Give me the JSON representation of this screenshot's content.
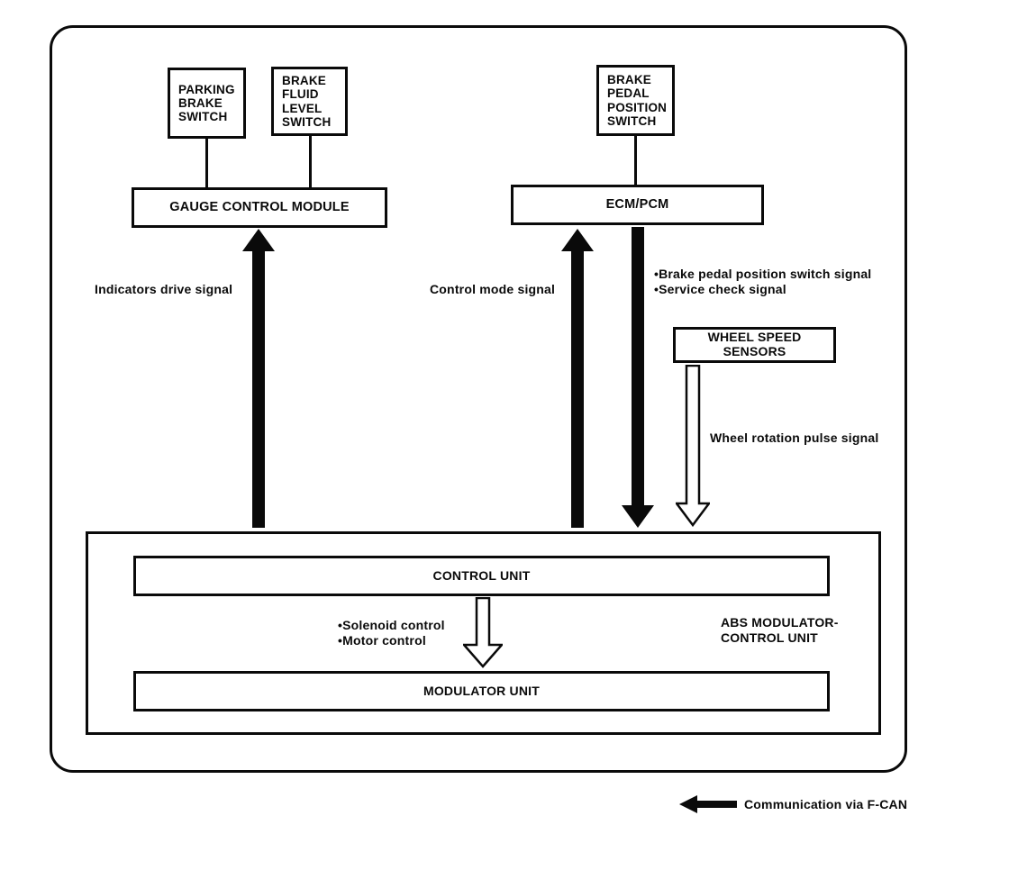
{
  "colors": {
    "ink": "#0a0a0a",
    "paper": "#ffffff",
    "hollow_arrow_fill": "#ffffff"
  },
  "boxes": {
    "parking_brake_switch": "PARKING\nBRAKE\nSWITCH",
    "brake_fluid_level_switch": "BRAKE\nFLUID\nLEVEL\nSWITCH",
    "gauge_control_module": "GAUGE CONTROL MODULE",
    "brake_pedal_position_switch": "BRAKE\nPEDAL\nPOSITION\nSWITCH",
    "ecm_pcm": "ECM/PCM",
    "wheel_speed_sensors": "WHEEL SPEED SENSORS",
    "control_unit": "CONTROL UNIT",
    "modulator_unit": "MODULATOR UNIT",
    "abs_modulator_control_unit": "ABS MODULATOR-\nCONTROL UNIT"
  },
  "signal_labels": {
    "indicators_drive": "Indicators drive signal",
    "control_mode": "Control mode signal",
    "ecm_outputs": "•Brake pedal position switch signal\n•Service check signal",
    "wheel_rotation": "Wheel rotation pulse signal",
    "control_outputs": "•Solenoid control\n•Motor control"
  },
  "legend": {
    "communication": "Communication via F-CAN"
  },
  "arrows": [
    {
      "name": "indicators-drive-arrow",
      "style": "solid-black",
      "direction": "up",
      "from": "abs_modulator_control_unit",
      "to": "gauge_control_module",
      "label": "Indicators drive signal"
    },
    {
      "name": "control-mode-arrow",
      "style": "solid-black",
      "direction": "up",
      "from": "abs_modulator_control_unit",
      "to": "ecm_pcm",
      "label": "Control mode signal"
    },
    {
      "name": "ecm-output-arrow",
      "style": "solid-black",
      "direction": "down",
      "from": "ecm_pcm",
      "to": "abs_modulator_control_unit",
      "label": "Brake pedal position switch signal / Service check signal"
    },
    {
      "name": "wheel-rotation-arrow",
      "style": "hollow-outline",
      "direction": "down",
      "from": "wheel_speed_sensors",
      "to": "abs_modulator_control_unit",
      "label": "Wheel rotation pulse signal"
    },
    {
      "name": "solenoid-motor-arrow",
      "style": "hollow-outline",
      "direction": "down",
      "from": "control_unit",
      "to": "modulator_unit",
      "label": "Solenoid control / Motor control"
    },
    {
      "name": "fcan-legend-arrow",
      "style": "solid-black",
      "direction": "left",
      "label": "Communication via F-CAN"
    }
  ]
}
